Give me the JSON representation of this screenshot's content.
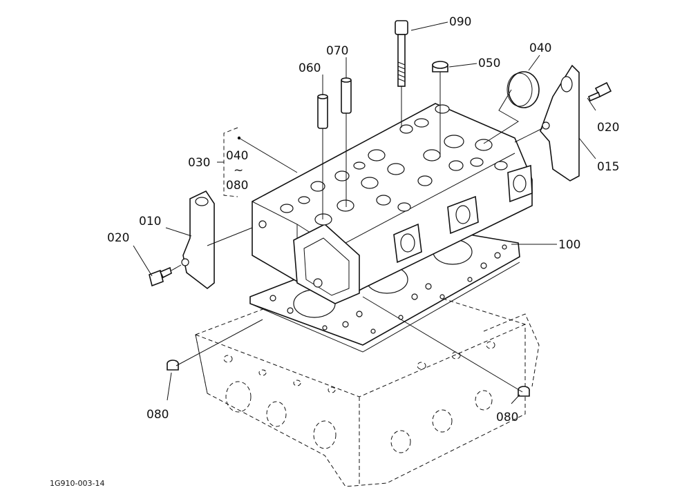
{
  "drawing_code": "1G910-003-14",
  "callouts": {
    "p090": "090",
    "p070": "070",
    "p060": "060",
    "p050": "050",
    "p040_top": "040",
    "p020_right": "020",
    "p015": "015",
    "p030": "030",
    "p040_group": "040",
    "tilde": "~",
    "p080_group": "080",
    "p010": "010",
    "p020_left": "020",
    "p100": "100",
    "p080_left": "080",
    "p080_right": "080"
  }
}
